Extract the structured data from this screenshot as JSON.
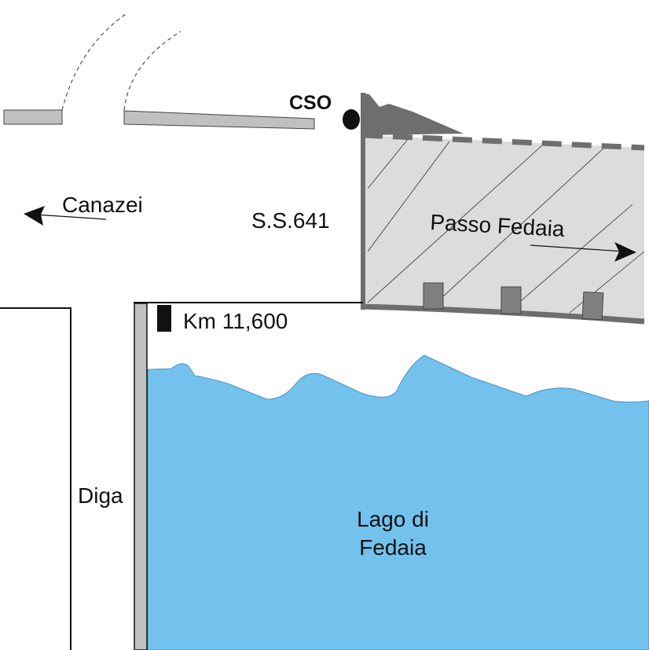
{
  "labels": {
    "cso": "CSO",
    "canazei": "Canazei",
    "road": "S.S.641",
    "passo": "Passo Fedaia",
    "km": "Km 11,600",
    "diga": "Diga",
    "lago_line1": "Lago di",
    "lago_line2": "Fedaia"
  },
  "colors": {
    "lake": "#73c2ee",
    "building_fill": "#dcdcdc",
    "building_outline": "#6e6e6e",
    "road_bar": "#c0c0c0"
  }
}
